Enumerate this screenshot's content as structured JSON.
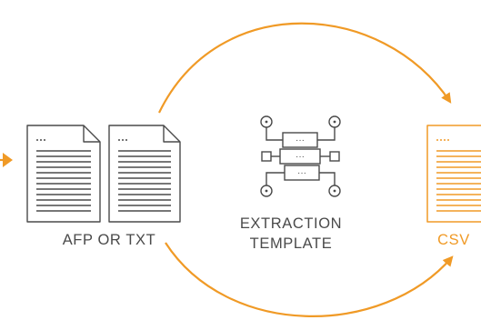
{
  "colors": {
    "accent": "#f09a26",
    "icon": "#4a4a4a",
    "text": "#4a4a4a",
    "background": "#ffffff"
  },
  "icons": {
    "source_documents": "document-icon",
    "template": "extraction-template-icon",
    "output_document": "csv-document-icon",
    "flow": "arrow-icon"
  },
  "diagram": {
    "source_label": "AFP OR TXT",
    "template_label_line1": "EXTRACTION",
    "template_label_line2": "TEMPLATE",
    "output_label": "CSV",
    "template_node_text": "···"
  }
}
